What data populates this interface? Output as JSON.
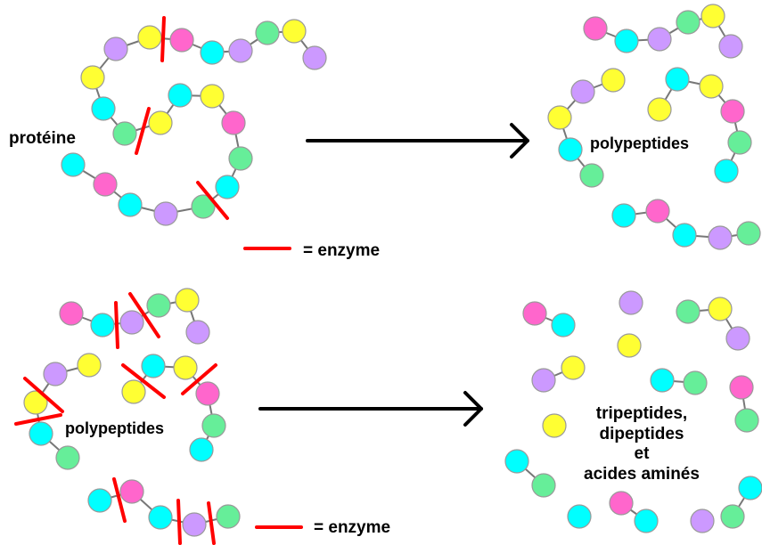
{
  "labels": {
    "proteine": "protéine",
    "polypeptides_top": "polypeptides",
    "polypeptides_bottom": "polypeptides",
    "enzyme_top": "= enzyme",
    "enzyme_bottom": "= enzyme",
    "products_line1": "tripeptides,",
    "products_line2": "dipeptides",
    "products_line3": "et",
    "products_line4": "acides aminés"
  },
  "colors": {
    "yellow": "#ffff33",
    "purple": "#cc99ff",
    "pink": "#ff66cc",
    "cyan": "#00ffff",
    "green": "#66ee99",
    "enzyme": "#ff0000"
  }
}
